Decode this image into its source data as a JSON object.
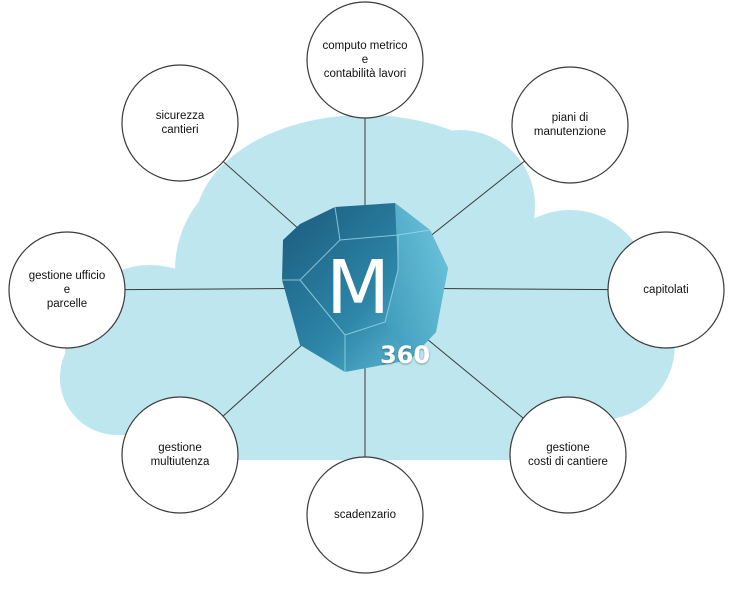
{
  "colors": {
    "cloud": "#bde6ee",
    "hub_dark": "#1a5a7c",
    "hub_light": "#6cc6de",
    "line": "#3a3a3a"
  },
  "hub": {
    "letter": "M",
    "number": "360"
  },
  "nodes": [
    {
      "id": "computo",
      "lines": [
        "computo metrico",
        "e",
        "contabilità lavori"
      ]
    },
    {
      "id": "sicurezza",
      "lines": [
        "sicurezza",
        "cantieri"
      ]
    },
    {
      "id": "manutenzione",
      "lines": [
        "piani di",
        "manutenzione"
      ]
    },
    {
      "id": "ufficio",
      "lines": [
        "gestione ufficio",
        "e",
        "parcelle"
      ]
    },
    {
      "id": "capitolati",
      "lines": [
        "capitolati"
      ]
    },
    {
      "id": "multiutenza",
      "lines": [
        "gestione",
        "multiutenza"
      ]
    },
    {
      "id": "costi",
      "lines": [
        "gestione",
        "costi di cantiere"
      ]
    },
    {
      "id": "scadenzario",
      "lines": [
        "scadenzario"
      ]
    }
  ]
}
